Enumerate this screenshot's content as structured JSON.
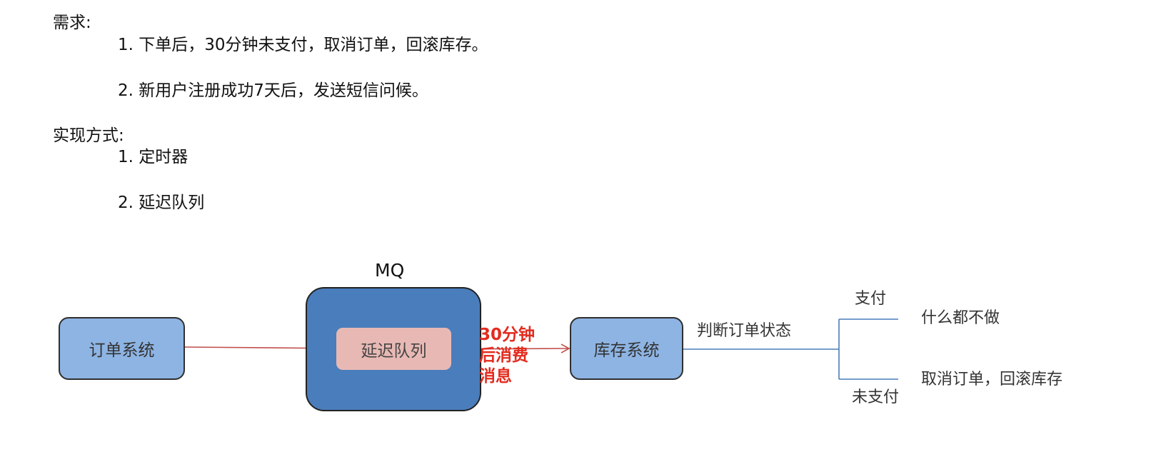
{
  "requirements": {
    "heading": "需求:",
    "items": [
      "1. 下单后，30分钟未支付，取消订单，回滚库存。",
      "2. 新用户注册成功7天后，发送短信问候。"
    ]
  },
  "implementation": {
    "heading": "实现方式:",
    "items": [
      "1. 定时器",
      "2. 延迟队列"
    ]
  },
  "diagram": {
    "mq_label": "MQ",
    "order_system": "订单系统",
    "delay_queue": "延迟队列",
    "consume_label": [
      "30分钟",
      "后消费",
      "消息"
    ],
    "inventory_system": "库存系统",
    "judge_label": "判断订单状态",
    "paid_label": "支付",
    "paid_action": "什么都不做",
    "unpaid_label": "未支付",
    "unpaid_action": "取消订单，回滚库存",
    "colors": {
      "light_box": "#8db4e3",
      "mq_box": "#4a7dbb",
      "queue_box": "#e8b9b4",
      "arrow": "#c0504d",
      "branch_line": "#4a7dbb",
      "consume_text": "#e32b1e"
    }
  }
}
